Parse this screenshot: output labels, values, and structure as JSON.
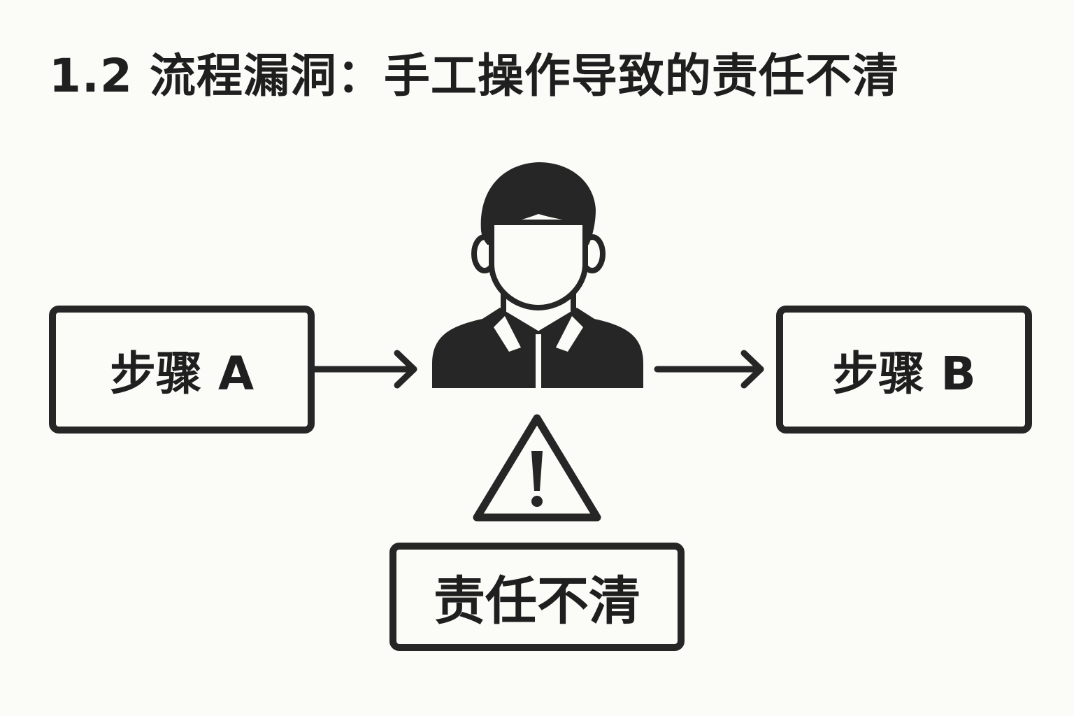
{
  "title": "1.2  流程漏洞：手工操作导致的责任不清",
  "diagram": {
    "step_a": {
      "label": "步骤 A"
    },
    "operator": {
      "icon": "person-icon"
    },
    "step_b": {
      "label": "步骤 B"
    },
    "warning": {
      "icon": "warning-icon"
    },
    "result": {
      "label": "责任不清"
    }
  },
  "colors": {
    "ink": "#1f1f1f",
    "background": "#fbfbf7"
  }
}
